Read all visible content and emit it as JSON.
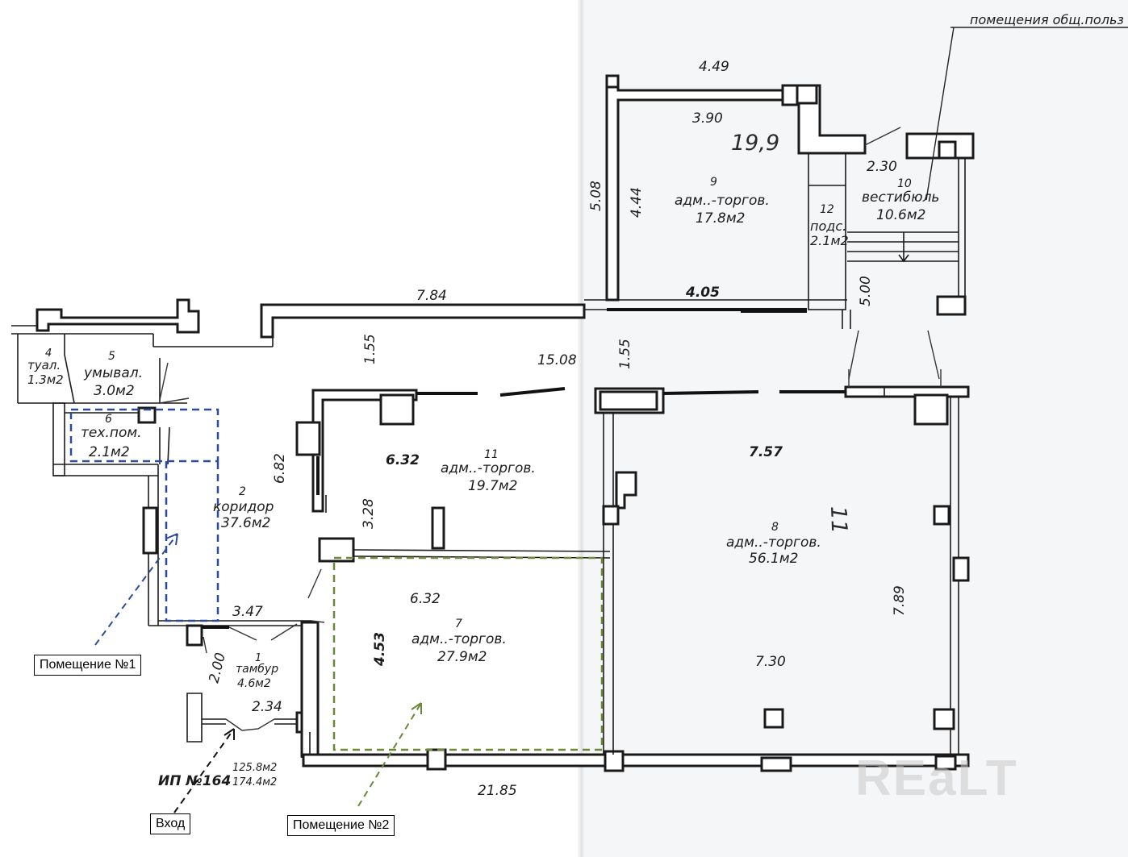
{
  "header_note": "помещения общ.польз",
  "rooms": {
    "r1": {
      "num": "1",
      "name": "тамбур",
      "area": "4.6м2"
    },
    "r2": {
      "num": "2",
      "name": "коридор",
      "area": "37.6м2"
    },
    "r4": {
      "num": "4",
      "name": "туал.",
      "area": "1.3м2"
    },
    "r5": {
      "num": "5",
      "name": "умывал.",
      "area": "3.0м2"
    },
    "r6": {
      "num": "6",
      "name": "тех.пом.",
      "area": "2.1м2"
    },
    "r7": {
      "num": "7",
      "name": "адм..-торгов.",
      "area": "27.9м2"
    },
    "r8": {
      "num": "8",
      "name": "адм..-торгов.",
      "area": "56.1м2"
    },
    "r9": {
      "num": "9",
      "name": "адм..-торгов.",
      "area": "17.8м2"
    },
    "r10": {
      "num": "10",
      "name": "вестибюль",
      "area": "10.6м2"
    },
    "r11": {
      "num": "11",
      "name": "адм..-торгов.",
      "area": "19.7м2"
    },
    "r12": {
      "num": "12",
      "name": "подс.",
      "area": "2.1м2"
    }
  },
  "dimensions": {
    "d449": "4.49",
    "d390": "3.90",
    "d508": "5.08",
    "d444": "4.44",
    "d230": "2.30",
    "d405": "4.05",
    "d500": "5.00",
    "d784": "7.84",
    "d155a": "1.55",
    "d1508": "15.08",
    "d155b": "1.55",
    "d757": "7.57",
    "d682": "6.82",
    "d632a": "6.32",
    "d328": "3.28",
    "d347": "3.47",
    "d632b": "6.32",
    "d453": "4.53",
    "d200": "2.00",
    "d234": "2.34",
    "d789": "7.89",
    "d730": "7.30",
    "d2185": "21.85"
  },
  "handwritten": {
    "total": "19,9",
    "mark": "11"
  },
  "stamp": {
    "id": "ИП №164",
    "area1": "125.8м2",
    "area2": "174.4м2"
  },
  "callouts": {
    "room1": "Помещение №1",
    "entrance": "Вход",
    "room2": "Помещение №2"
  },
  "watermark": "REaLT",
  "colors": {
    "room1_outline": "#2a4a9a",
    "room2_outline": "#6a8a3a"
  }
}
